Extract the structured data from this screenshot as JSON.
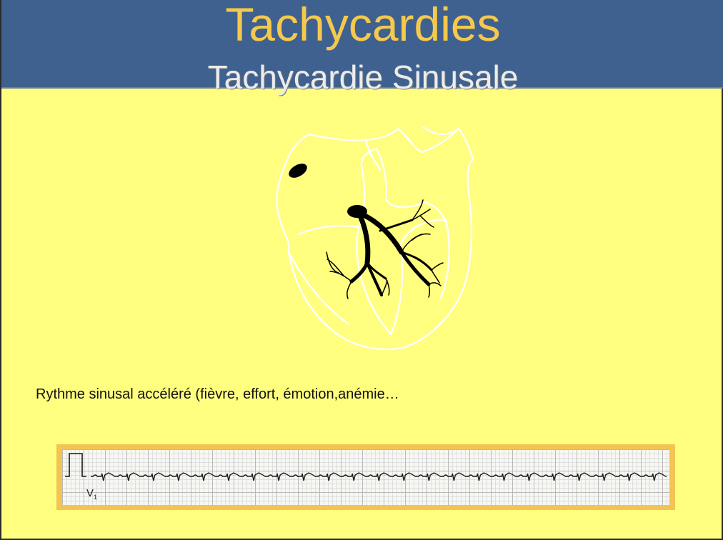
{
  "slide": {
    "title": "Tachycardies",
    "subtitle": "Tachycardie Sinusale",
    "caption": "Rythme sinusal accéléré (fièvre, effort, émotion,anémie…",
    "ecg_lead_letter": "V",
    "ecg_lead_number": "1"
  },
  "colors": {
    "background": "#fffe7f",
    "header": "#3f6190",
    "title": "#f6c94c",
    "subtitle": "#ececec",
    "ecg_frame": "#f2c552"
  },
  "ecg": {
    "rhythm_beat_count": 23
  }
}
